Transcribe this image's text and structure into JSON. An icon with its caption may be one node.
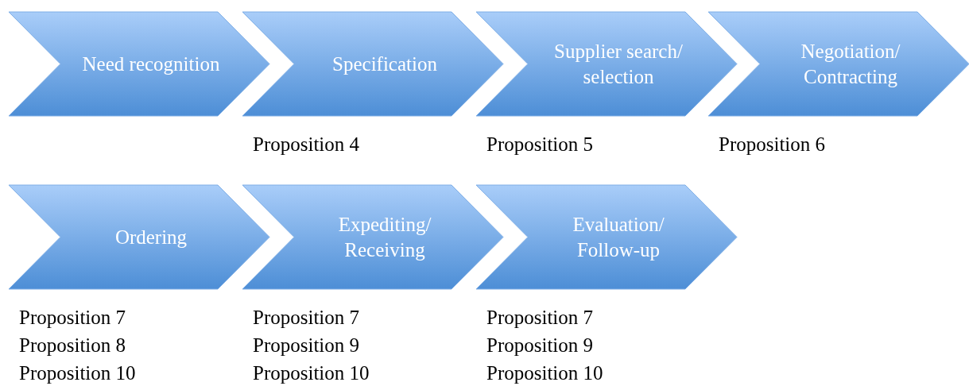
{
  "diagram": {
    "nodes": [
      {
        "text": [
          "Need recognition"
        ]
      },
      {
        "text": [
          "Specification"
        ],
        "beside": [
          "Proposition 4"
        ]
      },
      {
        "text": [
          "Supplier search/ selection"
        ],
        "beside": [
          "Proposition 5"
        ]
      },
      {
        "text": [
          "Negotiation/ Contracting"
        ],
        "beside": [
          "Proposition 6"
        ]
      },
      {
        "text": [
          "Ordering"
        ],
        "beside": [
          "Proposition 7",
          "Proposition 8",
          "Proposition 10"
        ]
      },
      {
        "text": [
          "Expediting/ Receiving"
        ],
        "beside": [
          "Proposition 7",
          "Proposition 9",
          "Proposition 10"
        ]
      },
      {
        "text": [
          "Evaluation/ Follow-up"
        ],
        "beside": [
          "Proposition 7",
          "Proposition 9",
          "Proposition 10"
        ]
      }
    ]
  }
}
